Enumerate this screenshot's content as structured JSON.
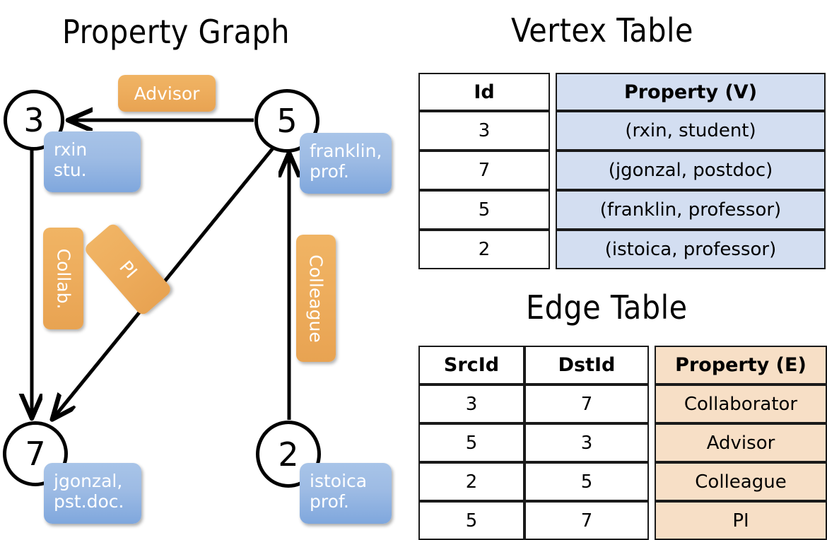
{
  "titles": {
    "property_graph": "Property Graph",
    "vertex_table": "Vertex Table",
    "edge_table": "Edge Table"
  },
  "graph": {
    "nodes": [
      {
        "id": "3",
        "property": "rxin\nstu."
      },
      {
        "id": "5",
        "property": "franklin,\nprof."
      },
      {
        "id": "7",
        "property": "jgonzal,\npst.doc."
      },
      {
        "id": "2",
        "property": "istoica\nprof."
      }
    ],
    "node_labels": {
      "n3": "3",
      "n5": "5",
      "n7": "7",
      "n2": "2"
    },
    "vertex_props": {
      "v3_line1": "rxin",
      "v3_line2": "stu.",
      "v5_line1": "franklin,",
      "v5_line2": "prof.",
      "v7_line1": "jgonzal,",
      "v7_line2": "pst.doc.",
      "v2_line1": "istoica",
      "v2_line2": "prof."
    },
    "edge_labels": {
      "advisor": "Advisor",
      "collab": "Collab.",
      "pi": "PI",
      "colleague": "Colleague"
    },
    "edges": [
      {
        "src": "5",
        "dst": "3",
        "label": "Advisor"
      },
      {
        "src": "3",
        "dst": "7",
        "label": "Collab."
      },
      {
        "src": "5",
        "dst": "7",
        "label": "PI"
      },
      {
        "src": "2",
        "dst": "5",
        "label": "Colleague"
      }
    ]
  },
  "vertex_table": {
    "headers": {
      "id": "Id",
      "property": "Property (V)"
    },
    "rows": [
      {
        "id": "3",
        "property": "(rxin, student)"
      },
      {
        "id": "7",
        "property": "(jgonzal, postdoc)"
      },
      {
        "id": "5",
        "property": "(franklin, professor)"
      },
      {
        "id": "2",
        "property": "(istoica, professor)"
      }
    ]
  },
  "edge_table": {
    "headers": {
      "src": "SrcId",
      "dst": "DstId",
      "property": "Property (E)"
    },
    "rows": [
      {
        "src": "3",
        "dst": "7",
        "property": "Collaborator"
      },
      {
        "src": "5",
        "dst": "3",
        "property": "Advisor"
      },
      {
        "src": "2",
        "dst": "5",
        "property": "Colleague"
      },
      {
        "src": "5",
        "dst": "7",
        "property": "PI"
      }
    ]
  },
  "colors": {
    "vertex_box": "#9dbbe4",
    "edge_box": "#eeae5e",
    "vertex_table_fill": "#d3def1",
    "edge_table_fill": "#f7dfc6",
    "stroke": "#000000",
    "background": "#ffffff"
  }
}
